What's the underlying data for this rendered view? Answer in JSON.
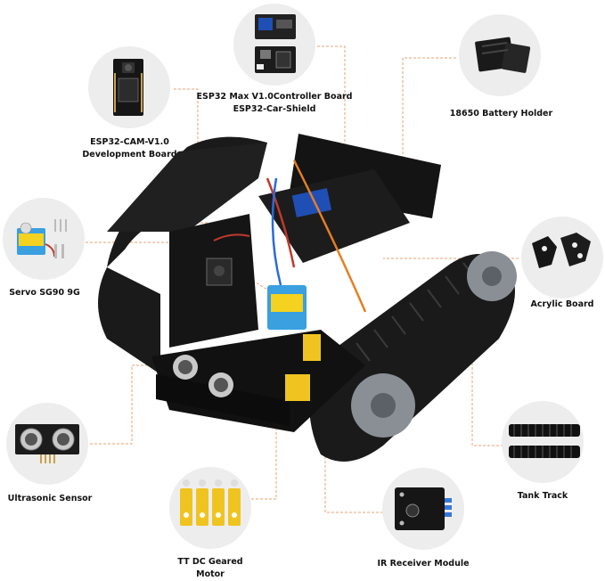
{
  "components": {
    "esp32_cam": {
      "label_line1": "ESP32-CAM-V1.0",
      "label_line2": "Development Board"
    },
    "controller": {
      "label_line1": "ESP32 Max V1.0Controller Board",
      "label_line2": "ESP32-Car-Shield"
    },
    "battery": {
      "label": "18650 Battery Holder"
    },
    "servo": {
      "label": "Servo SG90 9G"
    },
    "acrylic": {
      "label": "Acrylic Board"
    },
    "ultrasonic": {
      "label": "Ultrasonic Sensor"
    },
    "tank_track": {
      "label": "Tank Track"
    },
    "motor": {
      "label_line1": "TT DC Geared",
      "label_line2": "Motor"
    },
    "ir_receiver": {
      "label": "IR Receiver Module"
    }
  },
  "colors": {
    "bubble": "#ededed",
    "leader": "#e8a070",
    "body": "#111111",
    "track": "#1a1a1a",
    "wheel": "#8a8f96",
    "pcb_blue": "#1f4fb5",
    "servo_blue": "#3aa0e0",
    "motor_yellow": "#f0c420"
  }
}
